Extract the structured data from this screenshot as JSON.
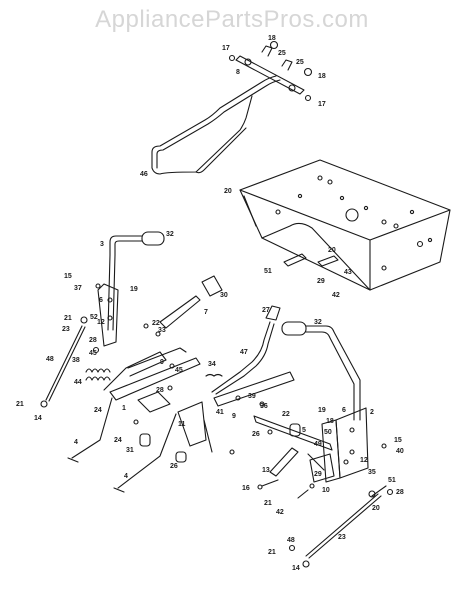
{
  "watermark": "AppliancePartsPros.com",
  "callouts": {
    "top_assembly": [
      "18",
      "17",
      "25",
      "8",
      "25",
      "18",
      "17",
      "46"
    ],
    "frame": [
      "20",
      "20",
      "43",
      "51",
      "29",
      "42"
    ],
    "left_assembly": [
      "3",
      "32",
      "15",
      "37",
      "19",
      "6",
      "21",
      "23",
      "52",
      "12",
      "22",
      "33",
      "7",
      "30",
      "48",
      "28",
      "45",
      "38",
      "44",
      "9",
      "45",
      "28",
      "21",
      "14",
      "24",
      "1",
      "24",
      "31",
      "4",
      "4",
      "26",
      "41",
      "11",
      "34",
      "47",
      "27",
      "32"
    ],
    "right_assembly": [
      "39",
      "36",
      "22",
      "26",
      "9",
      "19",
      "18",
      "50",
      "6",
      "2",
      "15",
      "40",
      "5",
      "49",
      "12",
      "35",
      "13",
      "29",
      "10",
      "16",
      "21",
      "42",
      "51",
      "20",
      "28",
      "23",
      "21",
      "48",
      "14",
      "28",
      "21"
    ]
  }
}
